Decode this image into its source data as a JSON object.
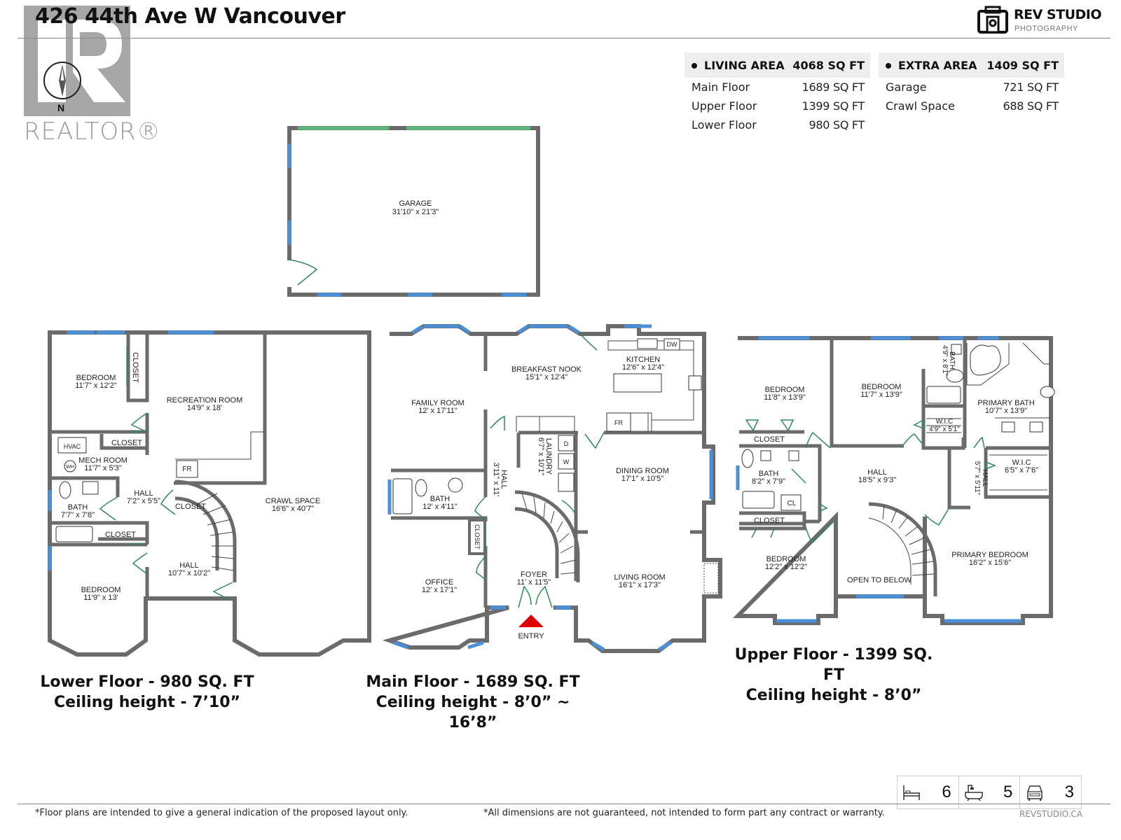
{
  "header": {
    "title": "426 44th Ave W Vancouver",
    "realtor_logo_text": "REALTOR®",
    "compass_label": "N",
    "brand_name": "REV STUDIO",
    "brand_sub": "PHOTOGRAPHY"
  },
  "living_area": {
    "label": "LIVING AREA",
    "total": "4068 SQ FT",
    "rows": [
      {
        "name": "Main Floor",
        "value": "1689 SQ FT"
      },
      {
        "name": "Upper Floor",
        "value": "1399 SQ FT"
      },
      {
        "name": "Lower Floor",
        "value": "980 SQ FT"
      }
    ]
  },
  "extra_area": {
    "label": "EXTRA AREA",
    "total": "1409 SQ FT",
    "rows": [
      {
        "name": "Garage",
        "value": "721 SQ FT"
      },
      {
        "name": "Crawl Space",
        "value": "688 SQ FT"
      }
    ]
  },
  "garage": {
    "name": "GARAGE",
    "dims": "31'10\" x 21'3\""
  },
  "lower_floor": {
    "caption_line1": "Lower Floor - 980 SQ. FT",
    "caption_line2": "Ceiling height - 7’10”",
    "rooms": {
      "bedroom1": {
        "name": "BEDROOM",
        "dims": "11'7\" x 12'2\""
      },
      "closet1": {
        "name": "CLOSET"
      },
      "recreation": {
        "name": "RECREATION ROOM",
        "dims": "14'9\" x 18'"
      },
      "closet2": {
        "name": "CLOSET"
      },
      "hvac": {
        "name": "HVAC"
      },
      "wh": {
        "name": "WH"
      },
      "mech": {
        "name": "MECH ROOM",
        "dims": "11'7\" x 5'3\""
      },
      "fr": {
        "name": "FR"
      },
      "hall1": {
        "name": "HALL",
        "dims": "7'2\" x 5'5\""
      },
      "closet3": {
        "name": "CLOSET"
      },
      "bath": {
        "name": "BATH",
        "dims": "7'7\" x 7'8\""
      },
      "closet4": {
        "name": "CLOSET"
      },
      "hall2": {
        "name": "HALL",
        "dims": "10'7\" x 10'2\""
      },
      "bedroom2": {
        "name": "BEDROOM",
        "dims": "11'9\" x 13'"
      },
      "crawl": {
        "name": "CRAWL SPACE",
        "dims": "16'6\" x 40'7\""
      }
    }
  },
  "main_floor": {
    "caption_line1": "Main Floor - 1689 SQ. FT",
    "caption_line2": "Ceiling height - 8’0”   ~ 16’8”",
    "entry_label": "ENTRY",
    "rooms": {
      "family": {
        "name": "FAMILY ROOM",
        "dims": "12' x 17'11\""
      },
      "nook": {
        "name": "BREAKFAST NOOK",
        "dims": "15'1\" x 12'4\""
      },
      "kitchen": {
        "name": "KITCHEN",
        "dims": "12'6\" x 12'4\""
      },
      "dw": {
        "name": "DW"
      },
      "fr": {
        "name": "FR"
      },
      "hall": {
        "name": "HALL",
        "dims": "3'11\" x 11'"
      },
      "laundry": {
        "name": "LAUNDRY",
        "dims": "6'7\" x 10'1\""
      },
      "dryer": {
        "name": "D"
      },
      "washer": {
        "name": "W"
      },
      "dining": {
        "name": "DINING ROOM",
        "dims": "17'1\" x 10'5\""
      },
      "bath": {
        "name": "BATH",
        "dims": "12' x 4'11\""
      },
      "closet": {
        "name": "CLOSET"
      },
      "office": {
        "name": "OFFICE",
        "dims": "12' x 17'1\""
      },
      "foyer": {
        "name": "FOYER",
        "dims": "11' x 11'5\""
      },
      "living": {
        "name": "LIVING ROOM",
        "dims": "16'1\" x 17'3\""
      }
    }
  },
  "upper_floor": {
    "caption_line1": "Upper Floor - 1399 SQ. FT",
    "caption_line2": "Ceiling height - 8’0”",
    "rooms": {
      "bedroom1": {
        "name": "BEDROOM",
        "dims": "11'8\" x 13'9\""
      },
      "bedroom2": {
        "name": "BEDROOM",
        "dims": "11'7\" x 13'9\""
      },
      "bath_small": {
        "name": "BATH",
        "dims": "4'9\" x 8'1\""
      },
      "primary_bath": {
        "name": "PRIMARY BATH",
        "dims": "10'7\" x 13'9\""
      },
      "wic1": {
        "name": "W.I.C",
        "dims": "4'9\" x 5'1\""
      },
      "closet1": {
        "name": "CLOSET"
      },
      "bath": {
        "name": "BATH",
        "dims": "8'2\" x 7'9\""
      },
      "hall": {
        "name": "HALL",
        "dims": "18'5\" x 9'3\""
      },
      "hall2": {
        "name": "HALL",
        "dims": "5'7\" x 5'11\""
      },
      "wic2": {
        "name": "W.I.C",
        "dims": "6'5\" x 7'6\""
      },
      "cl": {
        "name": "CL"
      },
      "closet2": {
        "name": "CLOSET"
      },
      "bedroom3": {
        "name": "BEDROOM",
        "dims": "12'2\" x 12'2\""
      },
      "open": {
        "name": "OPEN TO BELOW"
      },
      "primary_bed": {
        "name": "PRIMARY BEDROOM",
        "dims": "16'2\" x 15'6\""
      }
    }
  },
  "stats": {
    "bedrooms": "6",
    "bathrooms": "5",
    "parking": "3",
    "icons": [
      "bed-icon",
      "bathtub-icon",
      "car-icon"
    ]
  },
  "footer": {
    "left": "*Floor plans are intended to give a general indication of the proposed layout only.",
    "right": "*All dimensions are not guaranteed, not intended to form part any contract or warranty.",
    "site": "REVSTUDIO.CA"
  },
  "colors": {
    "wall": "#6b6b6b",
    "window": "#4a90d9",
    "door": "#2e8b57",
    "entry_marker": "#e00000",
    "header_band": "#eeeeee"
  }
}
